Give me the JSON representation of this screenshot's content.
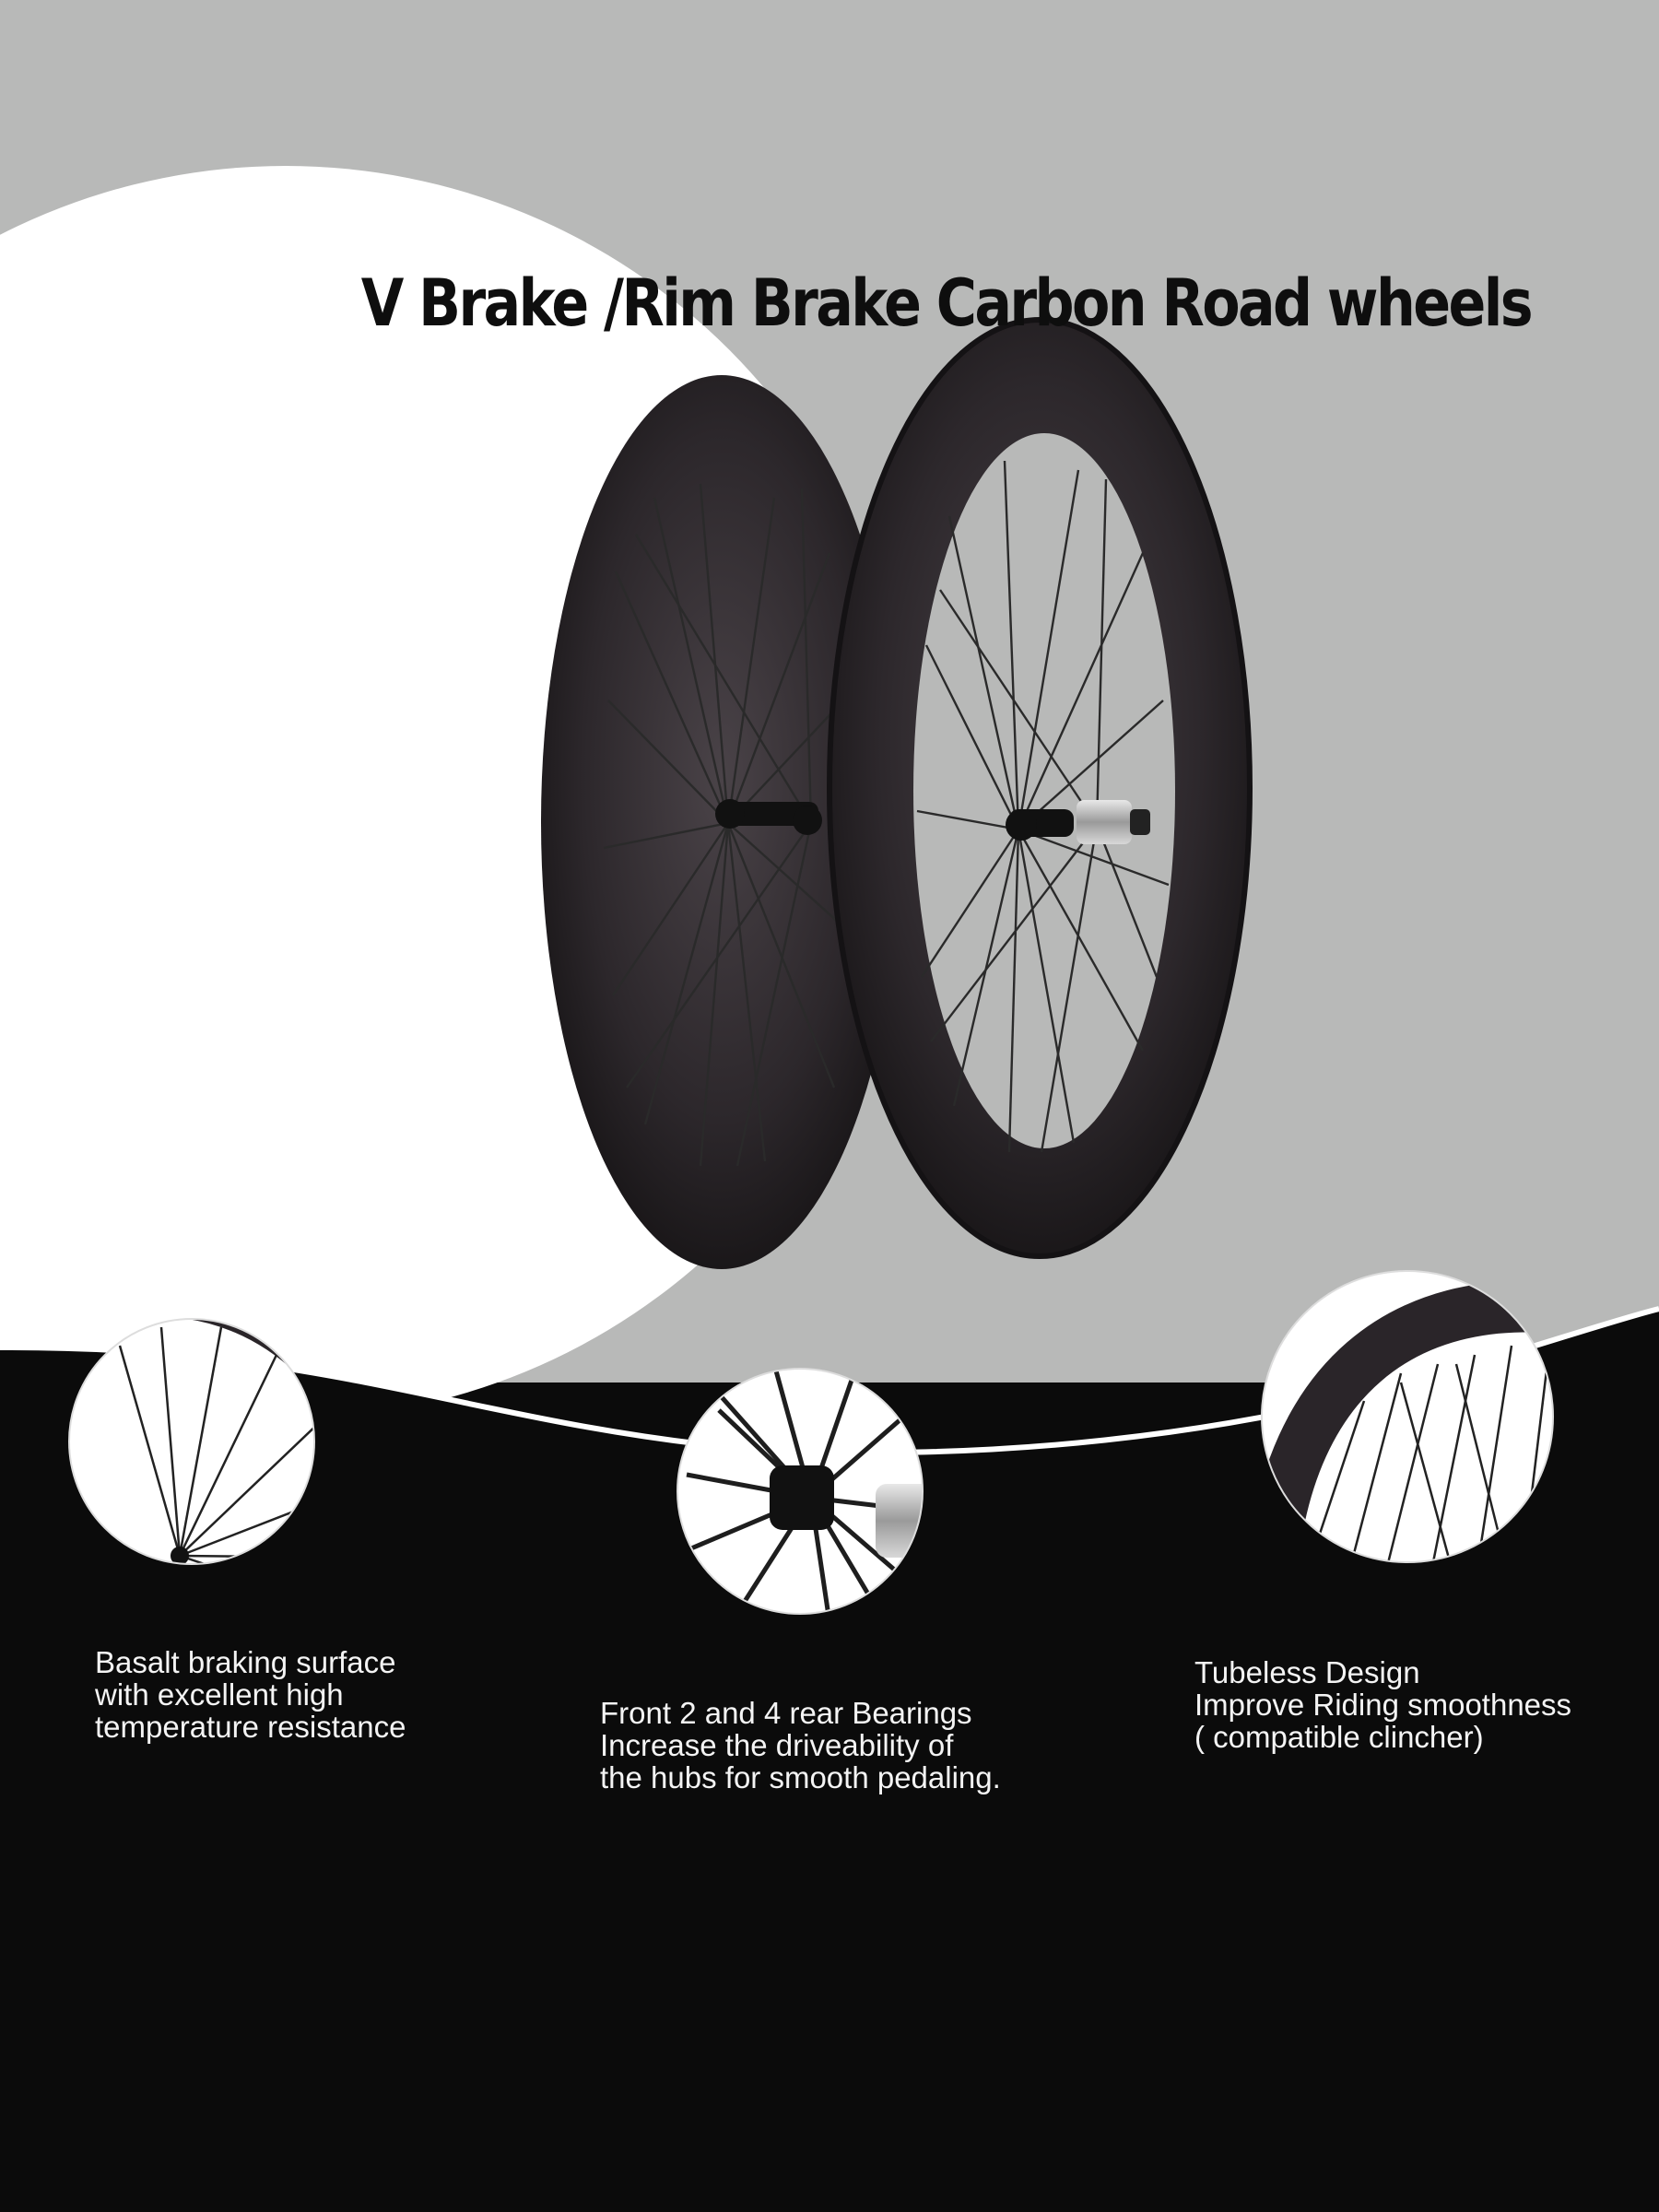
{
  "title": "V Brake /Rim Brake Carbon Road wheels",
  "features": [
    {
      "lines": [
        "Basalt braking surface",
        "with excellent high",
        "temperature resistance"
      ]
    },
    {
      "lines": [
        "Front 2 and 4 rear Bearings",
        "Increase the driveability of",
        "the hubs for smooth pedaling."
      ]
    },
    {
      "lines": [
        "Tubeless Design",
        "Improve Riding smoothness",
        "( compatible clincher)"
      ]
    }
  ],
  "colors": {
    "backdrop_gray": "#b8b9b8",
    "circle_white": "#ffffff",
    "lower_black": "#0b0b0b",
    "rim_carbon": "#2f2a2e",
    "caption_text": "#f4f4f4",
    "title_text": "#0e0e0e"
  }
}
